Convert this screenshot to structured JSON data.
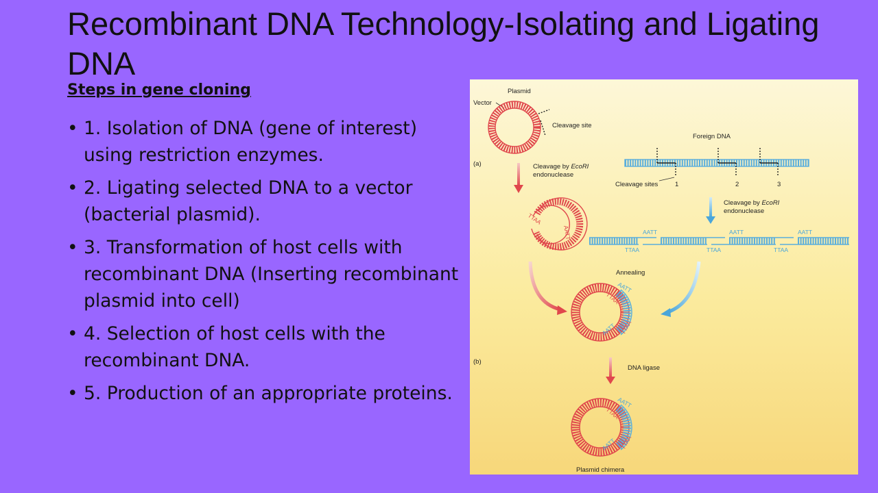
{
  "slide": {
    "title": "Recombinant DNA Technology-Isolating and Ligating DNA",
    "subtitle": "Steps in gene cloning",
    "bullets": [
      "1.  Isolation of DNA (gene of interest) using restriction enzymes.",
      "2.  Ligating selected DNA to a vector (bacterial plasmid).",
      " 3.  Transformation of host cells with recombinant DNA (Inserting recombinant plasmid into cell)",
      " 4.  Selection of host cells with the recombinant DNA.",
      " 5.  Production of an appropriate proteins."
    ]
  },
  "figure": {
    "labels": {
      "plasmid": "Plasmid",
      "vector": "Vector",
      "cleavage_site": "Cleavage site",
      "foreign_dna": "Foreign DNA",
      "panel_a": "(a)",
      "panel_b": "(b)",
      "cleavage_by": "Cleavage by",
      "ecori": "EcoRI",
      "endonuclease": "endonuclease",
      "cleavage_sites": "Cleavage sites",
      "site_1": "1",
      "site_2": "2",
      "site_3": "3",
      "aatt": "AATT",
      "ttaa": "TTAA",
      "annealing": "Annealing",
      "dna_ligase": "DNA ligase",
      "plasmid_chimera": "Plasmid chimera",
      "a": "A",
      "t": "T"
    },
    "colors": {
      "plasmid_red": "#e0474c",
      "foreign_blue": "#5aaedc",
      "background_top": "#fdf7d8",
      "background_bottom": "#f7d77a",
      "slide_background": "#9966ff"
    }
  }
}
